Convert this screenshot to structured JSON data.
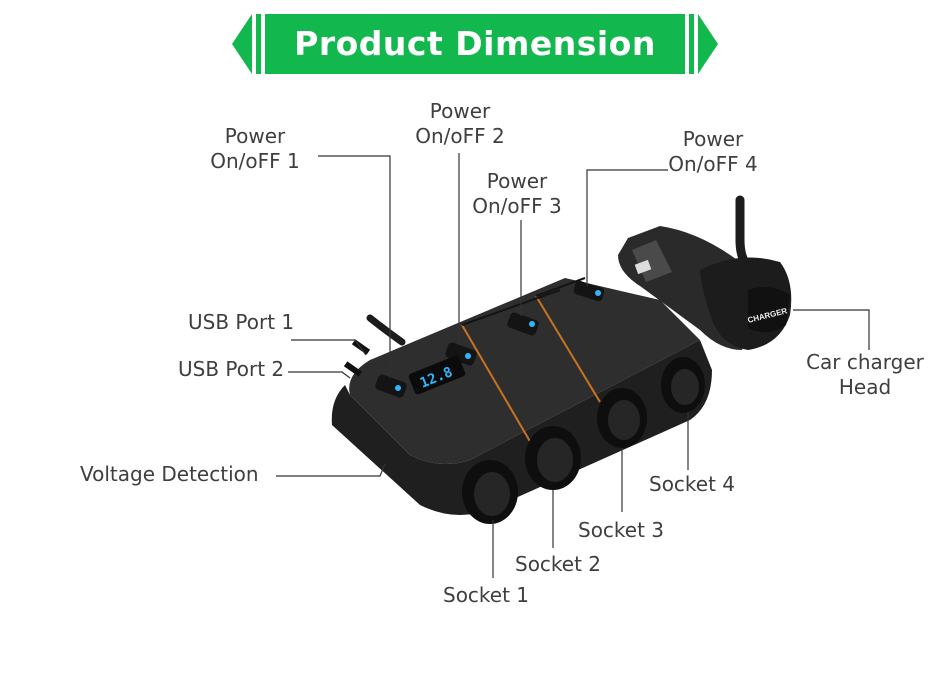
{
  "banner": {
    "title": "Product Dimension",
    "color": "#12b84e"
  },
  "labels": {
    "power1": [
      "Power",
      "On/oFF 1"
    ],
    "power2": [
      "Power",
      "On/oFF 2"
    ],
    "power3": [
      "Power",
      "On/oFF 3"
    ],
    "power4": [
      "Power",
      "On/oFF 4"
    ],
    "usb1": "USB Port 1",
    "usb2": "USB Port 2",
    "voltage": "Voltage Detection",
    "car_head": [
      "Car charger",
      "Head"
    ],
    "socket1": "Socket 1",
    "socket2": "Socket 2",
    "socket3": "Socket 3",
    "socket4": "Socket 4"
  },
  "device": {
    "display_value": "12.8",
    "charger_text": "CHARGER",
    "led_color": "#2fb6ff",
    "accent_color": "#c8731f"
  }
}
